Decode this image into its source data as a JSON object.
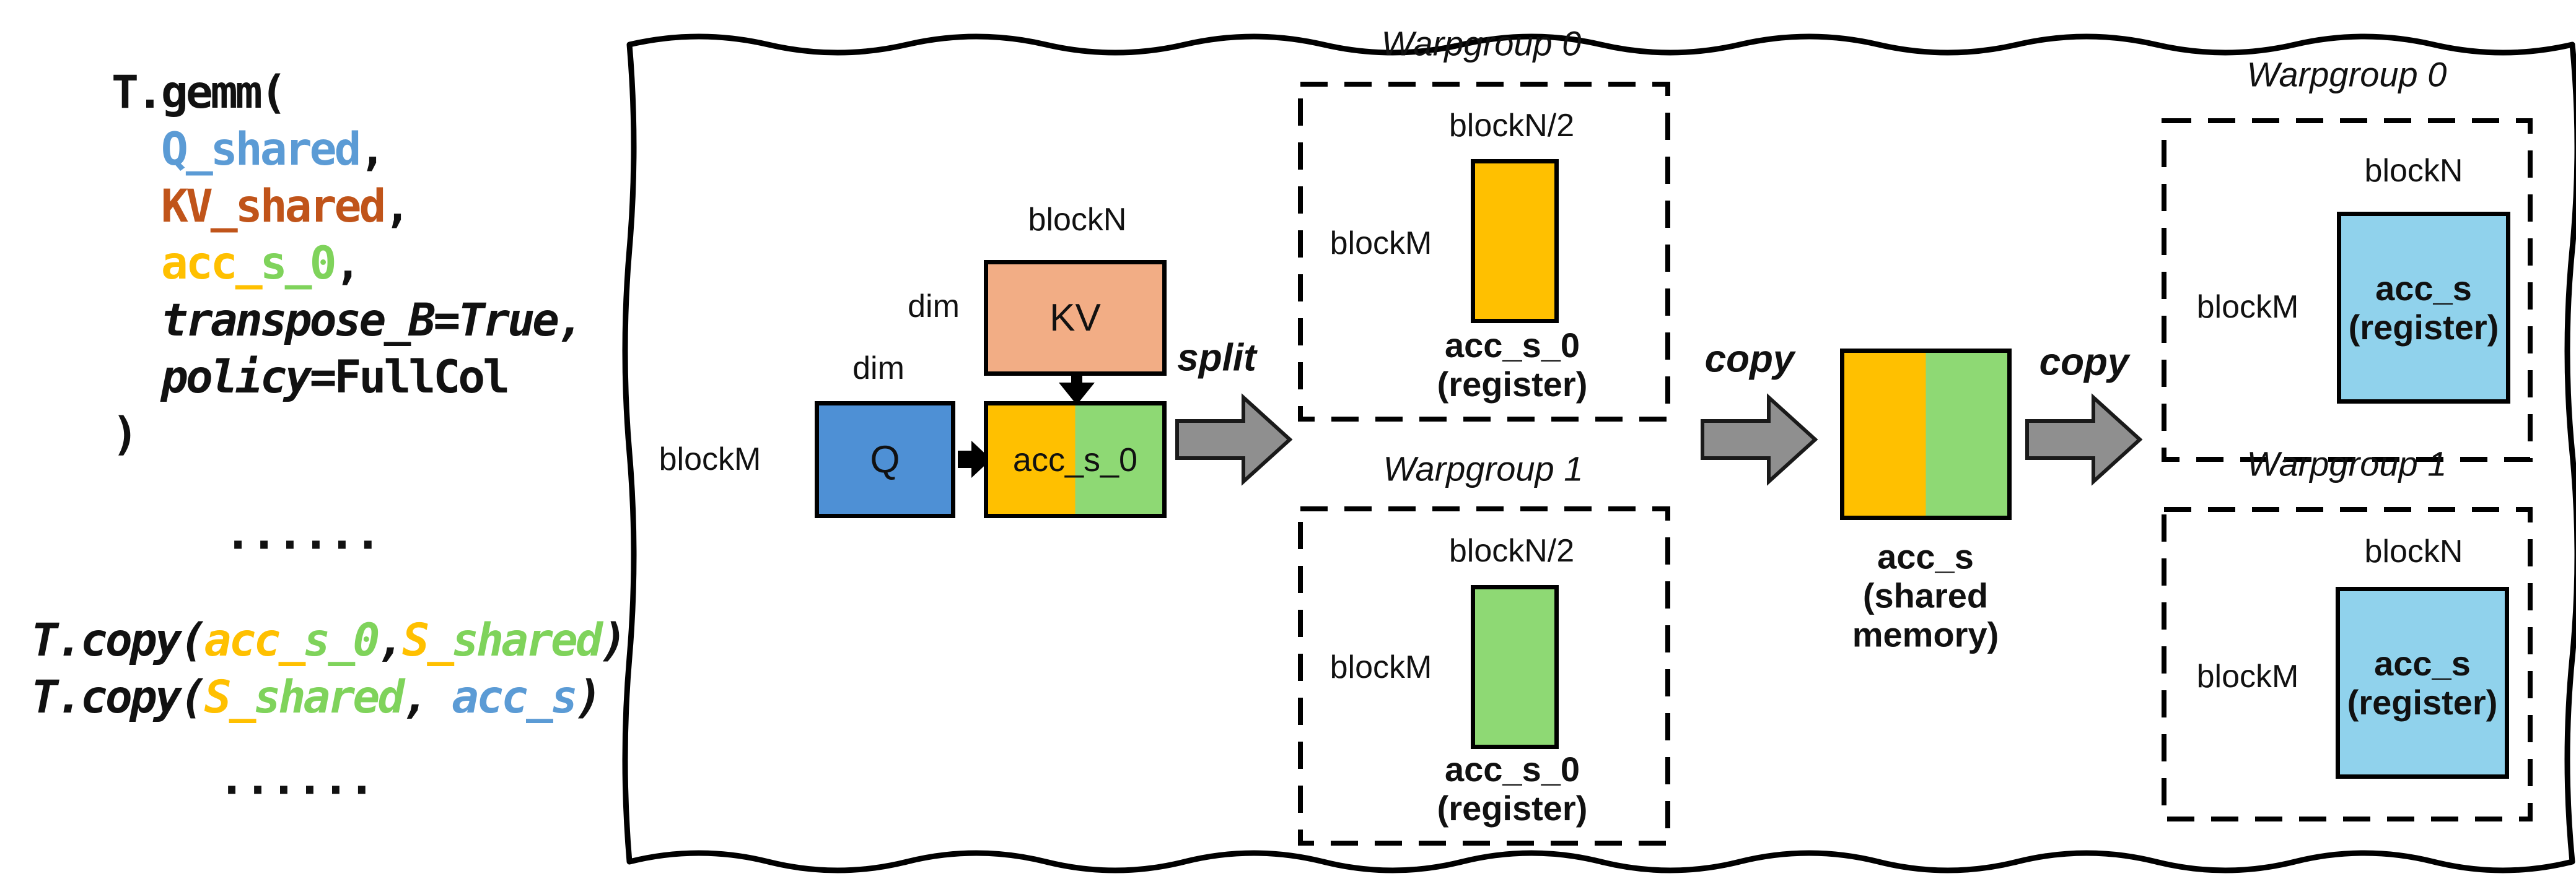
{
  "palette": {
    "ink": "#111111",
    "code_blue": "#5B9BD5",
    "code_brick": "#C0541A",
    "code_gold": "#FFC000",
    "code_green": "#7FD35B",
    "box_gold": "#FFC000",
    "box_green": "#8ED974",
    "box_salmon": "#F2AD85",
    "box_blue": "#4E90D5",
    "box_lightblue": "#90D2EC",
    "arrow_gray": "#8F8F8F"
  },
  "code": {
    "gemm_lines": [
      [
        {
          "t": "T.gemm(",
          "c": "ink"
        }
      ],
      [
        {
          "t": "  ",
          "c": "ink"
        },
        {
          "t": "Q_shared",
          "c": "code_blue"
        },
        {
          "t": ",",
          "c": "ink"
        }
      ],
      [
        {
          "t": "  ",
          "c": "ink"
        },
        {
          "t": "KV_shared",
          "c": "code_brick"
        },
        {
          "t": ",",
          "c": "ink"
        }
      ],
      [
        {
          "t": "  ",
          "c": "ink"
        },
        {
          "t": "acc_",
          "c": "code_gold"
        },
        {
          "t": "s_0",
          "c": "code_green"
        },
        {
          "t": ",",
          "c": "ink"
        }
      ],
      [
        {
          "t": "  ",
          "c": "ink"
        },
        {
          "t": "transpose_B=True,",
          "c": "ink",
          "i": true
        }
      ],
      [
        {
          "t": "  ",
          "c": "ink"
        },
        {
          "t": "policy",
          "c": "ink",
          "i": true
        },
        {
          "t": "=FullCol",
          "c": "ink"
        }
      ],
      [
        {
          "t": ")",
          "c": "ink"
        }
      ]
    ],
    "ellipsis_top": "......",
    "copy_lines": [
      [
        {
          "t": "T.copy(",
          "c": "ink",
          "i": true
        },
        {
          "t": "acc_",
          "c": "code_gold",
          "i": true
        },
        {
          "t": "s_0",
          "c": "code_green",
          "i": true
        },
        {
          "t": ",",
          "c": "ink",
          "i": true
        },
        {
          "t": "S_",
          "c": "code_gold",
          "i": true
        },
        {
          "t": "shared",
          "c": "code_green",
          "i": true
        },
        {
          "t": ")",
          "c": "ink",
          "i": true
        }
      ],
      [
        {
          "t": "T.copy(",
          "c": "ink",
          "i": true
        },
        {
          "t": "S_",
          "c": "code_gold",
          "i": true
        },
        {
          "t": "shared",
          "c": "code_green",
          "i": true
        },
        {
          "t": ", ",
          "c": "ink",
          "i": true
        },
        {
          "t": "acc_s",
          "c": "code_blue",
          "i": true
        },
        {
          "t": ")",
          "c": "ink",
          "i": true
        }
      ]
    ],
    "ellipsis_bottom": "......"
  },
  "gemm_cluster": {
    "block_n_label": "blockN",
    "dim_kv_label": "dim",
    "dim_q_label": "dim",
    "block_m_label": "blockM",
    "kv_box_label": "KV",
    "q_box_label": "Q",
    "acc_box_label": "acc_s_0"
  },
  "arrows": {
    "split_label": "split",
    "copy1_label": "copy",
    "copy2_label": "copy"
  },
  "mid_warpgroup0": {
    "title": "Warpgroup 0",
    "width_label": "blockN/2",
    "height_label": "blockM",
    "caption_line1": "acc_s_0",
    "caption_line2": "(register)"
  },
  "mid_warpgroup1": {
    "title": "Warpgroup 1",
    "width_label": "blockN/2",
    "height_label": "blockM",
    "caption_line1": "acc_s_0",
    "caption_line2": "(register)"
  },
  "shared_memory": {
    "caption_line1": "acc_s",
    "caption_line2": "(shared",
    "caption_line3": "memory)"
  },
  "right_warpgroup0": {
    "title": "Warpgroup 0",
    "width_label": "blockN",
    "height_label": "blockM",
    "box_line1": "acc_s",
    "box_line2": "(register)"
  },
  "right_warpgroup1": {
    "title": "Warpgroup 1",
    "width_label": "blockN",
    "height_label": "blockM",
    "box_line1": "acc_s",
    "box_line2": "(register)"
  }
}
